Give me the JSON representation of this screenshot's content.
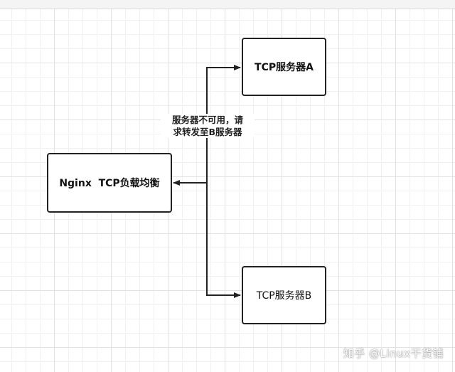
{
  "diagram": {
    "nodes": {
      "nginx": "Nginx  TCP负载均衡",
      "server_a": "TCP服务器A",
      "server_b": "TCP服务器B"
    },
    "edge_label": {
      "line1": "服务器不可用，请",
      "line2": "求转发至B服务器"
    }
  },
  "watermark": "知乎 @Linux干货铺",
  "colors": {
    "stroke": "#222222",
    "grid": "#e2e2e2",
    "background": "#ffffff"
  }
}
